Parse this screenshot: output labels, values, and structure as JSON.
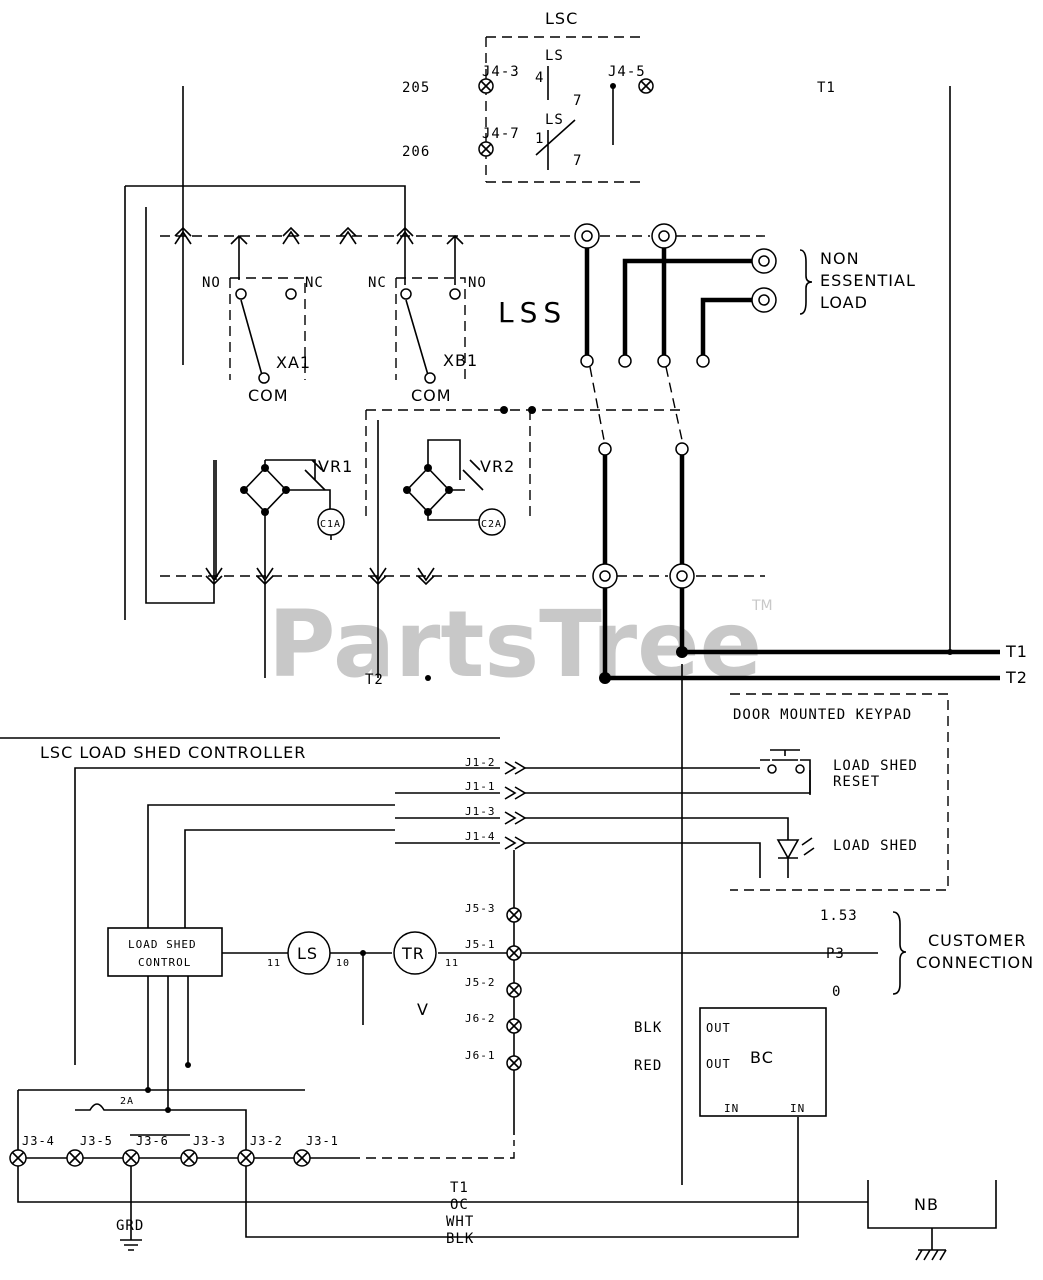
{
  "watermark": {
    "text": "PartsTree",
    "tm": "TM"
  },
  "top": {
    "lsc_label": "LSC",
    "wire_205": "205",
    "wire_206": "206",
    "t1_top": "T1",
    "ls_upper": "LS",
    "ls_lower": "LS",
    "pin_4": "4",
    "pin_7a": "7",
    "pin_1": "1",
    "pin_7b": "7",
    "j4_3": "J4-3",
    "j4_5": "J4-5",
    "j4_7": "J4-7"
  },
  "ats": {
    "lss_label": "LSS",
    "no_left": "NO",
    "nc_left": "NC",
    "no_right": "NC",
    "nc_right": "NO",
    "xa1": "XA1",
    "xb1": "XB1",
    "com_left": "COM",
    "com_right": "COM",
    "vr1": "VR1",
    "vr2": "VR2",
    "c1a": "C1A",
    "c2a": "C2A",
    "t2_mid": "T2",
    "non_essential": [
      "NON",
      "ESSENTIAL",
      "LOAD"
    ],
    "t1_right": "T1",
    "t2_right": "T2"
  },
  "keypad": {
    "title": "DOOR MOUNTED KEYPAD",
    "reset": [
      "LOAD SHED",
      "RESET"
    ],
    "led": "LOAD SHED"
  },
  "controller": {
    "title": "LSC    LOAD SHED CONTROLLER",
    "connectors": [
      "J1-2",
      "J1-1",
      "J1-3",
      "J1-4"
    ],
    "j5_3": "J5-3",
    "j5_1": "J5-1",
    "j5_2": "J5-2",
    "j6_2": "J6-2",
    "j6_1": "J6-1",
    "box": [
      "LOAD SHED",
      "CONTROL"
    ],
    "ls_coil": "LS",
    "tr_coil": "TR",
    "ls_pin_left": "11",
    "ls_pin_right": "10",
    "tr_pin": "11",
    "v_label": "V",
    "fuse": "2A",
    "j3": [
      "J3-4",
      "J3-5",
      "J3-6",
      "J3-3",
      "J3-2",
      "J3-1"
    ],
    "grd": "GRD",
    "bottom_wires": [
      "T1",
      "OC",
      "WHT",
      "BLK"
    ]
  },
  "customer": {
    "p_top": "1.53",
    "p_mid": "P3",
    "p_bot": "0",
    "label": [
      "CUSTOMER",
      "CONNECTION"
    ]
  },
  "bc": {
    "label": "BC",
    "out1": "OUT",
    "out2": "OUT",
    "in1": "IN",
    "in2": "IN",
    "blk": "BLK",
    "red": "RED"
  },
  "nb": {
    "label": "NB"
  }
}
